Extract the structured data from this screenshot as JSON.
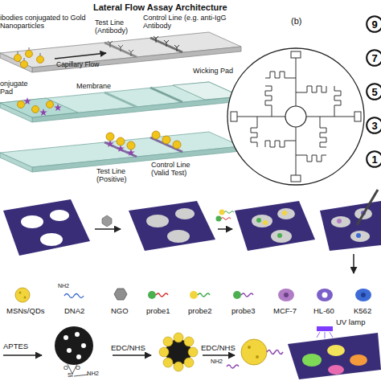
{
  "diagram": {
    "title": "Lateral Flow Assay Architecture",
    "nodes": [
      {
        "text": [
          "9"
        ]
      },
      {
        "text": [
          "7"
        ]
      },
      {
        "text": [
          "5"
        ]
      },
      {
        "text": [
          "3"
        ]
      },
      {
        "text": [
          "1"
        ]
      }
    ],
    "labels": [
      "ibodies conjugated to Gold Nanoparticles",
      "Test Line (Antibody)",
      "Control Line (e.g. anti-IgG Antibody",
      "Capillary Flow",
      "onjugate Pad",
      "Membrane",
      "Wicking Pad",
      "Test Line (Positive)",
      "Control Line (Valid Test)",
      "(b)",
      "NH2",
      "APTES",
      "O",
      "O",
      "Si",
      "NH2",
      "EDC/NHS",
      "EDC/NHS",
      "NH2",
      "UV lamp"
    ],
    "legend": [
      {
        "text": "MSNs/QDs"
      },
      {
        "text": "DNA2"
      },
      {
        "text": "NGO"
      },
      {
        "text": "probe1"
      },
      {
        "text": "probe2"
      },
      {
        "text": "probe3"
      },
      {
        "text": "MCF-7"
      },
      {
        "text": "HL-60"
      },
      {
        "text": "K562"
      }
    ]
  }
}
